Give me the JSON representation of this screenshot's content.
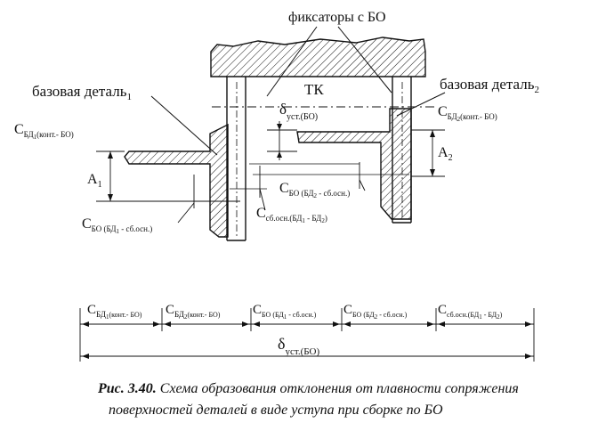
{
  "labels": {
    "fixators": "фиксаторы с БО",
    "tk": "ТК",
    "base_part": "базовая деталь",
    "idx1": "1",
    "idx2": "2",
    "sym_C": "C",
    "sym_A": "A",
    "sym_delta": "δ",
    "sub_bd1_cont": "БД",
    "sub_cont_bo": "(конт.- БО)",
    "sub_bo_bd1": "БО (БД",
    "sub_bo_tail": " - сб.осн.)",
    "sub_ust": "уст.(БО)",
    "sub_sbosn": "сб.осн.(БД",
    "sub_sbosn_mid": " - БД",
    "sub_close": ")"
  },
  "caption": {
    "fig": "Рис. 3.40.",
    "line1": "Схема образования отклонения от плавности сопряжения",
    "line2": "поверхностей деталей в виде уступа при сборке по БО"
  },
  "colors": {
    "ink": "#111111",
    "paper": "#ffffff"
  }
}
